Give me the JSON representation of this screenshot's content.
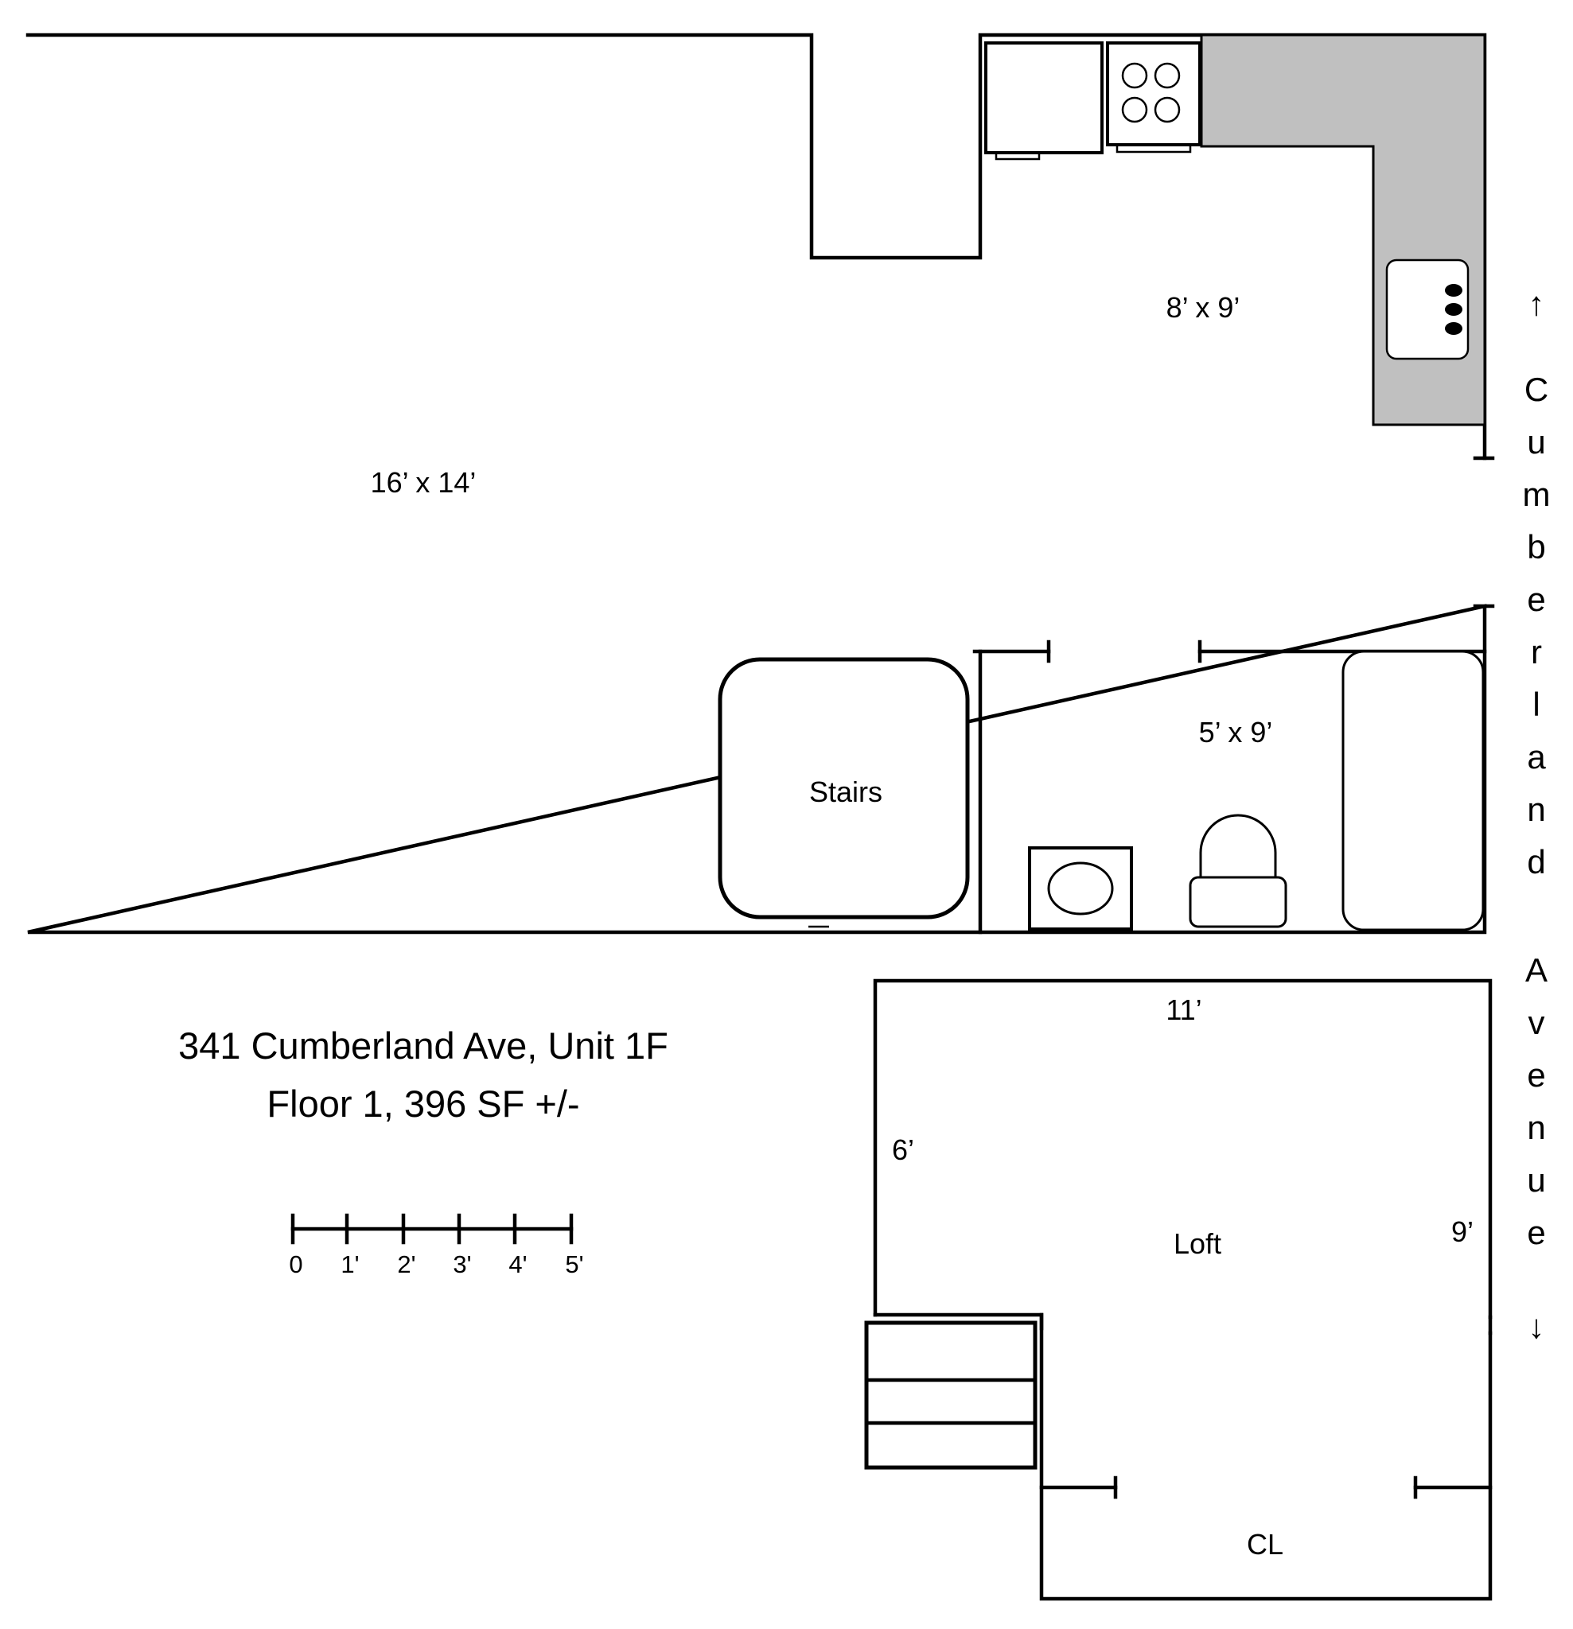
{
  "colors": {
    "counter": "#c0c0c0",
    "line": "#000000",
    "background": "#ffffff"
  },
  "rooms": {
    "main": "16’ x 14’",
    "kitchen": "8’ x 9’",
    "bath": "5’ x 9’",
    "stairs": "Stairs",
    "loft": "Loft",
    "closet": "CL"
  },
  "loft_dims": {
    "top": "11’",
    "left": "6’",
    "right": "9’"
  },
  "address": {
    "line1": "341 Cumberland Ave, Unit 1F",
    "line2": "Floor 1, 396 SF +/-"
  },
  "scale": {
    "ticks": [
      "0",
      "1'",
      "2'",
      "3'",
      "4'",
      "5'"
    ]
  },
  "street": {
    "arrow_up": "↑",
    "word1": [
      "C",
      "u",
      "m",
      "b",
      "e",
      "r",
      "l",
      "a",
      "n",
      "d"
    ],
    "word2": [
      "A",
      "v",
      "e",
      "n",
      "u",
      "e"
    ],
    "arrow_down": "↓"
  }
}
